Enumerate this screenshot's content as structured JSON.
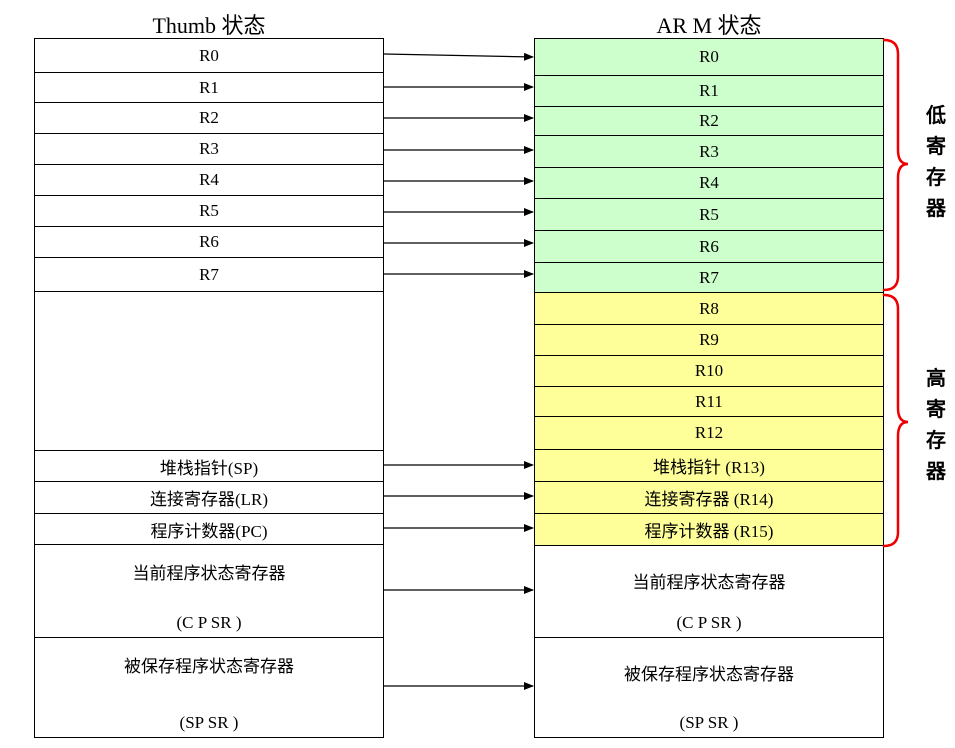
{
  "headers": {
    "thumb": "Thumb 状态",
    "arm": "AR M 状态"
  },
  "thumb": {
    "r0": "R0",
    "r1": "R1",
    "r2": "R2",
    "r3": "R3",
    "r4": "R4",
    "r5": "R5",
    "r6": "R6",
    "r7": "R7",
    "sp": "堆栈指针(SP)",
    "lr": "连接寄存器(LR)",
    "pc": "程序计数器(PC)",
    "cpsr_name": "当前程序状态寄存器",
    "cpsr_abbr": "(C P SR )",
    "spsr_name": "被保存程序状态寄存器",
    "spsr_abbr": "(SP SR )"
  },
  "arm": {
    "r0": "R0",
    "r1": "R1",
    "r2": "R2",
    "r3": "R3",
    "r4": "R4",
    "r5": "R5",
    "r6": "R6",
    "r7": "R7",
    "r8": "R8",
    "r9": "R9",
    "r10": "R10",
    "r11": "R11",
    "r12": "R12",
    "r13": "堆栈指针 (R13)",
    "r14": "连接寄存器 (R14)",
    "r15": "程序计数器 (R15)",
    "cpsr_name": "当前程序状态寄存器",
    "cpsr_abbr": "(C P SR )",
    "spsr_name": "被保存程序状态寄存器",
    "spsr_abbr": "(SP SR )"
  },
  "groups": {
    "low": [
      "低",
      "寄",
      "存",
      "器"
    ],
    "high": [
      "高",
      "寄",
      "存",
      "器"
    ]
  },
  "colors": {
    "low_fill": "#ccffcc",
    "high_fill": "#ffff99",
    "bracket": "#ee0000"
  }
}
